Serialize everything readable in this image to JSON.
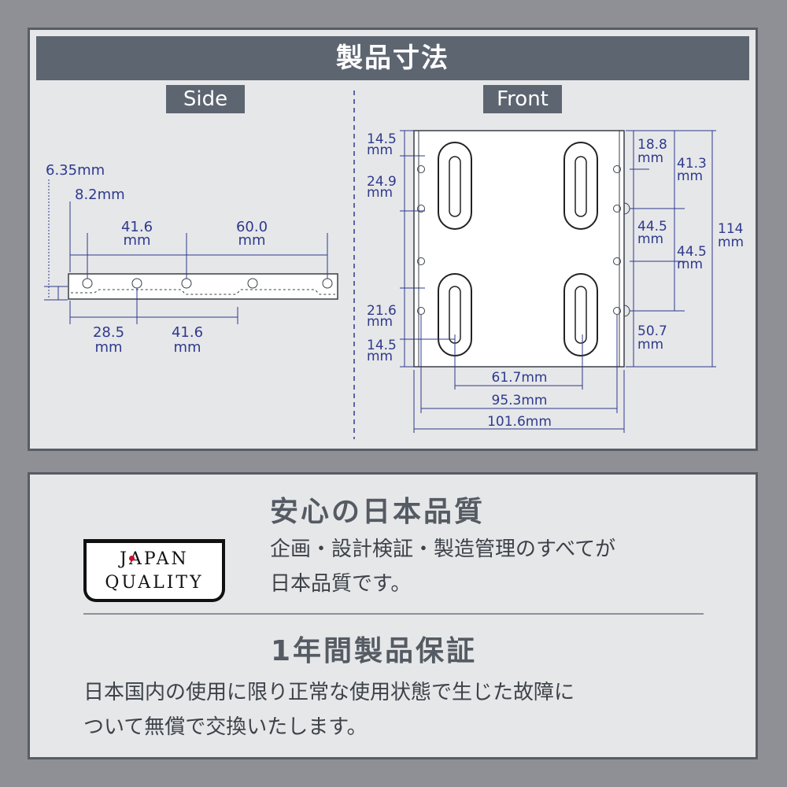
{
  "header": {
    "title": "製品寸法"
  },
  "views": {
    "side": "Side",
    "front": "Front"
  },
  "side_dims": {
    "d635": "6.35mm",
    "d82": "8.2mm",
    "d416_top_num": "41.6",
    "d416_top_unit": "mm",
    "d600_num": "60.0",
    "d600_unit": "mm",
    "d285_num": "28.5",
    "d285_unit": "mm",
    "d416_bot_num": "41.6",
    "d416_bot_unit": "mm"
  },
  "front_dims": {
    "l145a_num": "14.5",
    "l145a_unit": "mm",
    "l249_num": "24.9",
    "l249_unit": "mm",
    "l216_num": "21.6",
    "l216_unit": "mm",
    "l145b_num": "14.5",
    "l145b_unit": "mm",
    "r188_num": "18.8",
    "r188_unit": "mm",
    "r413_num": "41.3",
    "r413_unit": "mm",
    "r445a_num": "44.5",
    "r445a_unit": "mm",
    "r445b_num": "44.5",
    "r445b_unit": "mm",
    "r114_num": "114",
    "r114_unit": "mm",
    "r507_num": "50.7",
    "r507_unit": "mm",
    "b617": "61.7mm",
    "b953": "95.3mm",
    "b1016": "101.6mm"
  },
  "quality": {
    "badge_line1": "JAPAN",
    "badge_line2": "QUALITY",
    "heading": "安心の日本品質",
    "text_line1": "企画・設計検証・製造管理のすべてが",
    "text_line2": "日本品質です。"
  },
  "warranty": {
    "heading": "1年間製品保証",
    "text_line1": "日本国内の使用に限り正常な使用状態で生じた故障に",
    "text_line2": "ついて無償で交換いたします。"
  },
  "colors": {
    "accent": "#5d6571",
    "dimension": "#2e3a8c",
    "background": "#8e9095",
    "panel": "#e6e7e9"
  }
}
